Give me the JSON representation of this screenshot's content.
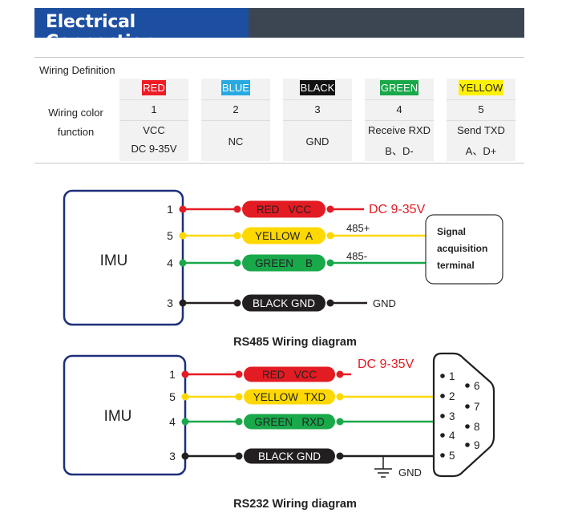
{
  "header": {
    "title": "Electrical Connection"
  },
  "table": {
    "caption": "Wiring Definition",
    "row_label_color": "Wiring color",
    "row_label_function": "function",
    "columns": [
      {
        "name": "RED",
        "bg": "#ee1c25",
        "fg": "#ffffff",
        "number": "1",
        "function": [
          "VCC",
          "DC 9-35V"
        ]
      },
      {
        "name": "BLUE",
        "bg": "#27aae1",
        "fg": "#ffffff",
        "number": "2",
        "function": [
          "NC"
        ]
      },
      {
        "name": "BLACK",
        "bg": "#111111",
        "fg": "#ffffff",
        "number": "3",
        "function": [
          "GND"
        ]
      },
      {
        "name": "GREEN",
        "bg": "#19a84a",
        "fg": "#ffffff",
        "number": "4",
        "function": [
          "Receive RXD",
          "B、D-"
        ]
      },
      {
        "name": "YELLOW",
        "bg": "#fff200",
        "fg": "#222222",
        "number": "5",
        "function": [
          "Send TXD",
          "A、D+"
        ]
      }
    ]
  },
  "rs485": {
    "device": "IMU",
    "caption": "RS485 Wiring diagram",
    "pins": [
      "1",
      "5",
      "4",
      "3"
    ],
    "wires": [
      {
        "color": "#e31b23",
        "label": "RED   VCC",
        "text_color": "#222222"
      },
      {
        "color": "#ffd800",
        "label": "YELLOW  A",
        "text_color": "#222222"
      },
      {
        "color": "#19a84a",
        "label": "GREEN    B",
        "text_color": "#222222"
      },
      {
        "color": "#231f20",
        "label": "BLACK GND",
        "text_color": "#ffffff"
      }
    ],
    "dc_label": "DC 9-35V",
    "label_485p": "485+",
    "label_485n": "485-",
    "gnd_label": "GND",
    "terminal": [
      "Signal",
      "acquisition",
      "terminal"
    ]
  },
  "rs232": {
    "device": "IMU",
    "caption": "RS232 Wiring diagram",
    "pins": [
      "1",
      "5",
      "4",
      "3"
    ],
    "wires": [
      {
        "color": "#e31b23",
        "label": "RED   VCC",
        "text_color": "#222222"
      },
      {
        "color": "#ffd800",
        "label": "YELLOW  TXD",
        "text_color": "#222222"
      },
      {
        "color": "#19a84a",
        "label": "GREEN   RXD",
        "text_color": "#222222"
      },
      {
        "color": "#231f20",
        "label": "BLACK GND",
        "text_color": "#ffffff"
      }
    ],
    "dc_label": "DC 9-35V",
    "gnd_label": "GND",
    "db9_pins": [
      "1",
      "2",
      "3",
      "4",
      "5",
      "6",
      "7",
      "8",
      "9"
    ]
  }
}
